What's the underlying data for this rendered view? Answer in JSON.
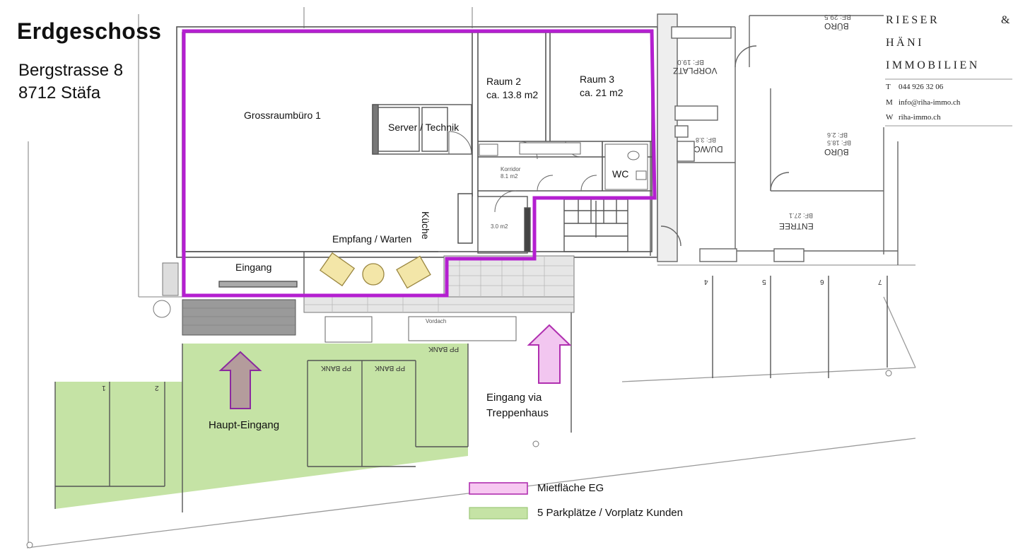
{
  "header": {
    "title": "Erdgeschoss",
    "address_line1": "Bergstrasse 8",
    "address_line2": "8712 Stäfa"
  },
  "logo": {
    "line1": "RIESER",
    "ampersand": "&",
    "line2": "HÄNI",
    "line3": "IMMOBILIEN"
  },
  "contact": {
    "phone_key": "T",
    "phone": "044 926 32 06",
    "mail_key": "M",
    "mail": "info@riha-immo.ch",
    "web_key": "W",
    "web": "riha-immo.ch"
  },
  "rooms": {
    "office": "Grossraumbüro 1",
    "room2_name": "Raum 2",
    "room2_area": "ca. 13.8 m2",
    "room3_name": "Raum 3",
    "room3_area": "ca. 21 m2",
    "server": "Server / Technik",
    "korridor": "Korridor",
    "korridor_area": "8.1 m2",
    "wc": "WC",
    "kitchen": "Küche",
    "small_room_area": "3.0 m2",
    "reception": "Empfang / Warten",
    "entrance": "Eingang"
  },
  "neighbor": {
    "buero_top": "BÜRO",
    "buero_top_area": "BF: 29.5",
    "vorplatz": "VORPLATZ",
    "vorplatz_area": "BF: 19.0",
    "dumc": "DU/WC",
    "dumc_area": "BF: 3.8",
    "buero_mid": "BÜRO",
    "buero_mid_area": "BF: 18.5",
    "buero_mid_area2": "BF: 2.6",
    "entree": "ENTREE",
    "entree_area": "BF: 27.1"
  },
  "site": {
    "parking_numbers": [
      "1",
      "2",
      "4",
      "5",
      "6",
      "7"
    ],
    "pp_bank": "PP BANK",
    "haupt_eingang": "Haupt-Eingang",
    "treppenhaus_line1": "Eingang via",
    "treppenhaus_line2": "Treppenhaus",
    "vordach": "Vordach"
  },
  "legend": {
    "items": [
      {
        "label": "Mietfläche EG",
        "fill": "#f7c8f1",
        "stroke": "#b02fb0"
      },
      {
        "label": "5 Parkplätze / Vorplatz Kunden",
        "fill": "#c5e3a5",
        "stroke": "#9cc879"
      }
    ]
  },
  "colors": {
    "rental_outline": "#b41fd0",
    "parking_fill": "#c5e3a5",
    "arrow_main_fill": "#b49c9c",
    "arrow_main_stroke": "#8b2a9f",
    "arrow_stair_fill": "#f2c6f0",
    "arrow_stair_stroke": "#b02fb0",
    "furniture_fill": "#f3e6a8"
  }
}
